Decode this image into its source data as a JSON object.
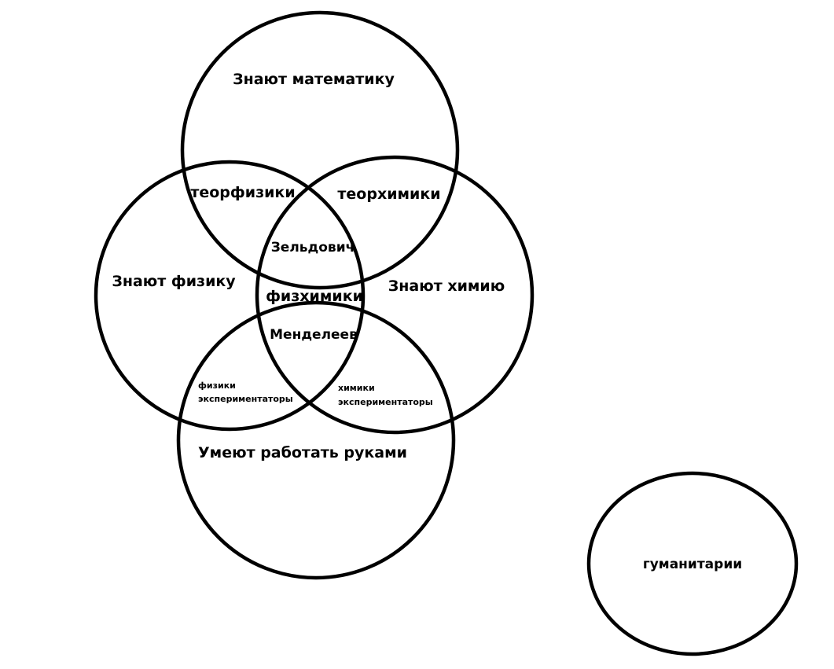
{
  "diagram": {
    "sets": {
      "math": "Знают математику",
      "physics": "Знают физику",
      "chemistry": "Знают химию",
      "hands": "Умеют работать руками",
      "humanities": "гуманитарии"
    },
    "regions": {
      "theor_physicists": "теорфизики",
      "theor_chemists": "теорхимики",
      "zeldovich": "Зельдович",
      "physchemists": "физхимики",
      "mendeleev": "Менделеев",
      "exp_physicists_1": "физики",
      "exp_physicists_2": "экспериментаторы",
      "exp_chemists_1": "химики",
      "exp_chemists_2": "экспериментаторы"
    },
    "colors": {
      "stroke": "#000000",
      "background": "#ffffff"
    }
  }
}
